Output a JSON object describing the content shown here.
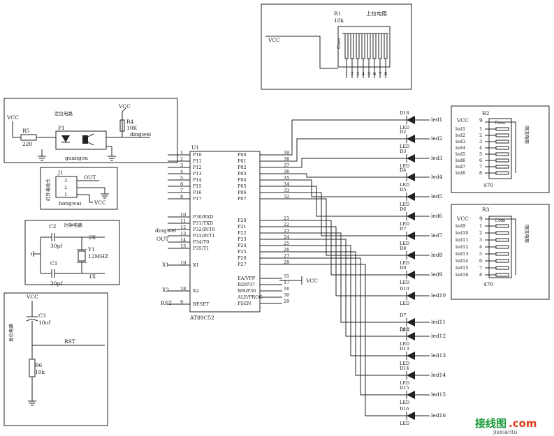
{
  "mcu": {
    "ref": "U1",
    "part": "AT89C52",
    "left_pins": [
      {
        "n": "1",
        "name": "P10"
      },
      {
        "n": "2",
        "name": "P11"
      },
      {
        "n": "3",
        "name": "P12"
      },
      {
        "n": "4",
        "name": "P13"
      },
      {
        "n": "5",
        "name": "P14"
      },
      {
        "n": "6",
        "name": "P15"
      },
      {
        "n": "7",
        "name": "P16"
      },
      {
        "n": "8",
        "name": "P17"
      },
      {
        "n": "10",
        "name": "P30/RXD"
      },
      {
        "n": "11",
        "name": "P31/TXD"
      },
      {
        "n": "12",
        "name": "P32/INT0"
      },
      {
        "n": "13",
        "name": "P33/INT1"
      },
      {
        "n": "14",
        "name": "P34/T0"
      },
      {
        "n": "15",
        "name": "P35/T1"
      },
      {
        "n": "19",
        "name": "X1"
      },
      {
        "n": "18",
        "name": "X2"
      },
      {
        "n": "9",
        "name": "RESET"
      }
    ],
    "right_pins": [
      {
        "n": "39",
        "name": "P00"
      },
      {
        "n": "38",
        "name": "P01"
      },
      {
        "n": "37",
        "name": "P02"
      },
      {
        "n": "36",
        "name": "P03"
      },
      {
        "n": "35",
        "name": "P04"
      },
      {
        "n": "34",
        "name": "P05"
      },
      {
        "n": "33",
        "name": "P06"
      },
      {
        "n": "32",
        "name": "P07"
      },
      {
        "n": "21",
        "name": "P20"
      },
      {
        "n": "22",
        "name": "P21"
      },
      {
        "n": "23",
        "name": "P22"
      },
      {
        "n": "24",
        "name": "P23"
      },
      {
        "n": "25",
        "name": "P24"
      },
      {
        "n": "26",
        "name": "P25"
      },
      {
        "n": "27",
        "name": "P26"
      },
      {
        "n": "28",
        "name": "P27"
      },
      {
        "n": "31",
        "name": "EA/VPP"
      },
      {
        "n": "17",
        "name": "RD/P37"
      },
      {
        "n": "16",
        "name": "WR/P36"
      },
      {
        "n": "30",
        "name": "ALE/PROG"
      },
      {
        "n": "29",
        "name": "PSEN"
      }
    ],
    "ext_labels": {
      "dingwei": "dingwei",
      "out": "OUT",
      "x1": "X1",
      "x2": "X2",
      "rst": "RST",
      "vcc": "VCC"
    }
  },
  "pullup": {
    "ref": "R1",
    "value": "10k",
    "title": "上拉电阻",
    "vcc": "VCC",
    "com": "Com",
    "nums": [
      "1",
      "2",
      "3",
      "4",
      "5",
      "6",
      "7",
      "8"
    ]
  },
  "position_circuit": {
    "title": "定位电路",
    "vcc1": "VCC",
    "vcc2": "VCC",
    "r5": "R5",
    "r5_val": "220",
    "p1": "P1",
    "r4": "R4",
    "r4_val": "10K",
    "net_dingwei": "dingwei",
    "part": "guangou"
  },
  "ir_receiver": {
    "ref": "J1",
    "label": "红外接收头",
    "net_out": "OUT",
    "net_vcc": "VCC",
    "part": "hongwai",
    "pins": [
      "3",
      "2",
      "1"
    ]
  },
  "clock": {
    "title": "时钟电路",
    "c2": "C2",
    "c2_val": "30pf",
    "c1": "C1",
    "c1_val": "30pf",
    "y1": "Y1",
    "y1_val": "12MHZ",
    "x2": "2X",
    "x1": "1X"
  },
  "reset": {
    "title": "复位电路",
    "vcc": "VCC",
    "c3": "C3",
    "c3_val": "10uf",
    "net": "RST",
    "r6": "R6",
    "r6_val": "10k"
  },
  "leds": [
    {
      "ref": "D18",
      "net": "led1"
    },
    {
      "ref": "D2",
      "net": "led2"
    },
    {
      "ref": "D3",
      "net": "led3"
    },
    {
      "ref": "D4",
      "net": "led4"
    },
    {
      "ref": "D5",
      "net": "led5"
    },
    {
      "ref": "D6",
      "net": "led6"
    },
    {
      "ref": "D7",
      "net": "led7"
    },
    {
      "ref": "D8",
      "net": "led8"
    },
    {
      "ref": "D9",
      "net": "led9"
    },
    {
      "ref": "D10",
      "net": "led10"
    },
    {
      "ref": "D7",
      "net": "led11"
    },
    {
      "ref": "D12",
      "net": "led12"
    },
    {
      "ref": "D13",
      "net": "led13"
    },
    {
      "ref": "D14",
      "net": "led14"
    },
    {
      "ref": "D15",
      "net": "led15"
    },
    {
      "ref": "D16",
      "net": "led16"
    }
  ],
  "led_sub_label": "LED",
  "r2_net": {
    "ref": "R2",
    "vcc": "VCC",
    "pin_vcc": "9",
    "com": "Com",
    "value": "470",
    "title": "限流电阻",
    "rows": [
      {
        "net": "led1",
        "pin": "1"
      },
      {
        "net": "led2",
        "pin": "2"
      },
      {
        "net": "led3",
        "pin": "3"
      },
      {
        "net": "led4",
        "pin": "4"
      },
      {
        "net": "led5",
        "pin": "5"
      },
      {
        "net": "led6",
        "pin": "6"
      },
      {
        "net": "led7",
        "pin": "7"
      },
      {
        "net": "led8",
        "pin": "8"
      }
    ]
  },
  "r3_net": {
    "ref": "R3",
    "vcc": "VCC",
    "pin_vcc": "9",
    "com": "Com",
    "value": "470",
    "title": "限流电阻",
    "rows": [
      {
        "net": "led9",
        "pin": "1"
      },
      {
        "net": "led10",
        "pin": "2"
      },
      {
        "net": "led11",
        "pin": "3"
      },
      {
        "net": "led12",
        "pin": "4"
      },
      {
        "net": "led13",
        "pin": "5"
      },
      {
        "net": "led14",
        "pin": "6"
      },
      {
        "net": "led15",
        "pin": "7"
      },
      {
        "net": "led16",
        "pin": "8"
      }
    ]
  },
  "watermark": {
    "cn": "接线图",
    "com": ".com",
    "url": "jiexiantu"
  }
}
